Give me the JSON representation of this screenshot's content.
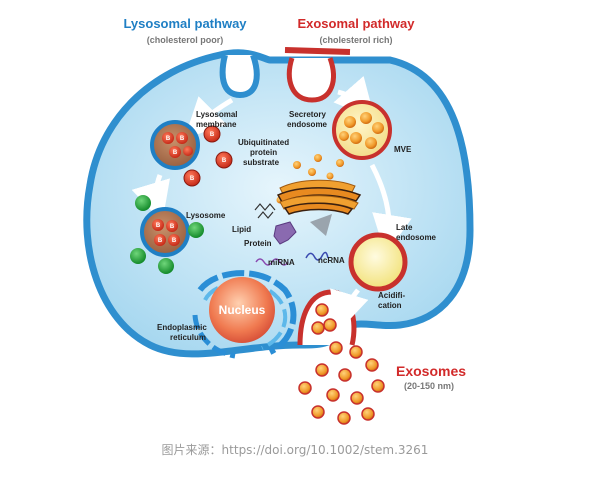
{
  "headers": {
    "lysosomal_title": "Lysosomal pathway",
    "lysosomal_sub": "(cholesterol poor)",
    "exosomal_title": "Exosomal pathway",
    "exosomal_sub": "(cholesterol rich)"
  },
  "labels": {
    "lysosomal_membrane_1": "Lysosomal",
    "lysosomal_membrane_2": "membrane",
    "ubiquitinated_1": "Ubiquitinated",
    "ubiquitinated_2": "protein",
    "ubiquitinated_3": "substrate",
    "secretory_1": "Secretory",
    "secretory_2": "endosome",
    "mve": "MVE",
    "lysosome": "Lysosome",
    "lipid": "Lipid",
    "protein": "Protein",
    "mirna": "miRNA",
    "ncrna": "ncRNA",
    "late_endosome_1": "Late",
    "late_endosome_2": "endosome",
    "acidification_1": "Acidifi-",
    "acidification_2": "cation",
    "nucleus": "Nucleus",
    "er_1": "Endoplasmic",
    "er_2": "reticulum",
    "exosomes": "Exosomes",
    "exosomes_size": "(20-150 nm)",
    "b_marker": "B"
  },
  "caption": "图片来源：https://doi.org/10.1002/stem.3261",
  "colors": {
    "cell_fill": "#bfe2f4",
    "cell_stroke": "#2f8fcf",
    "exosome_red": "#c8312d",
    "lysosome_blue": "#1f7fc4",
    "golgi_orange": "#f0a030",
    "green_marker": "#1e9e3a"
  }
}
